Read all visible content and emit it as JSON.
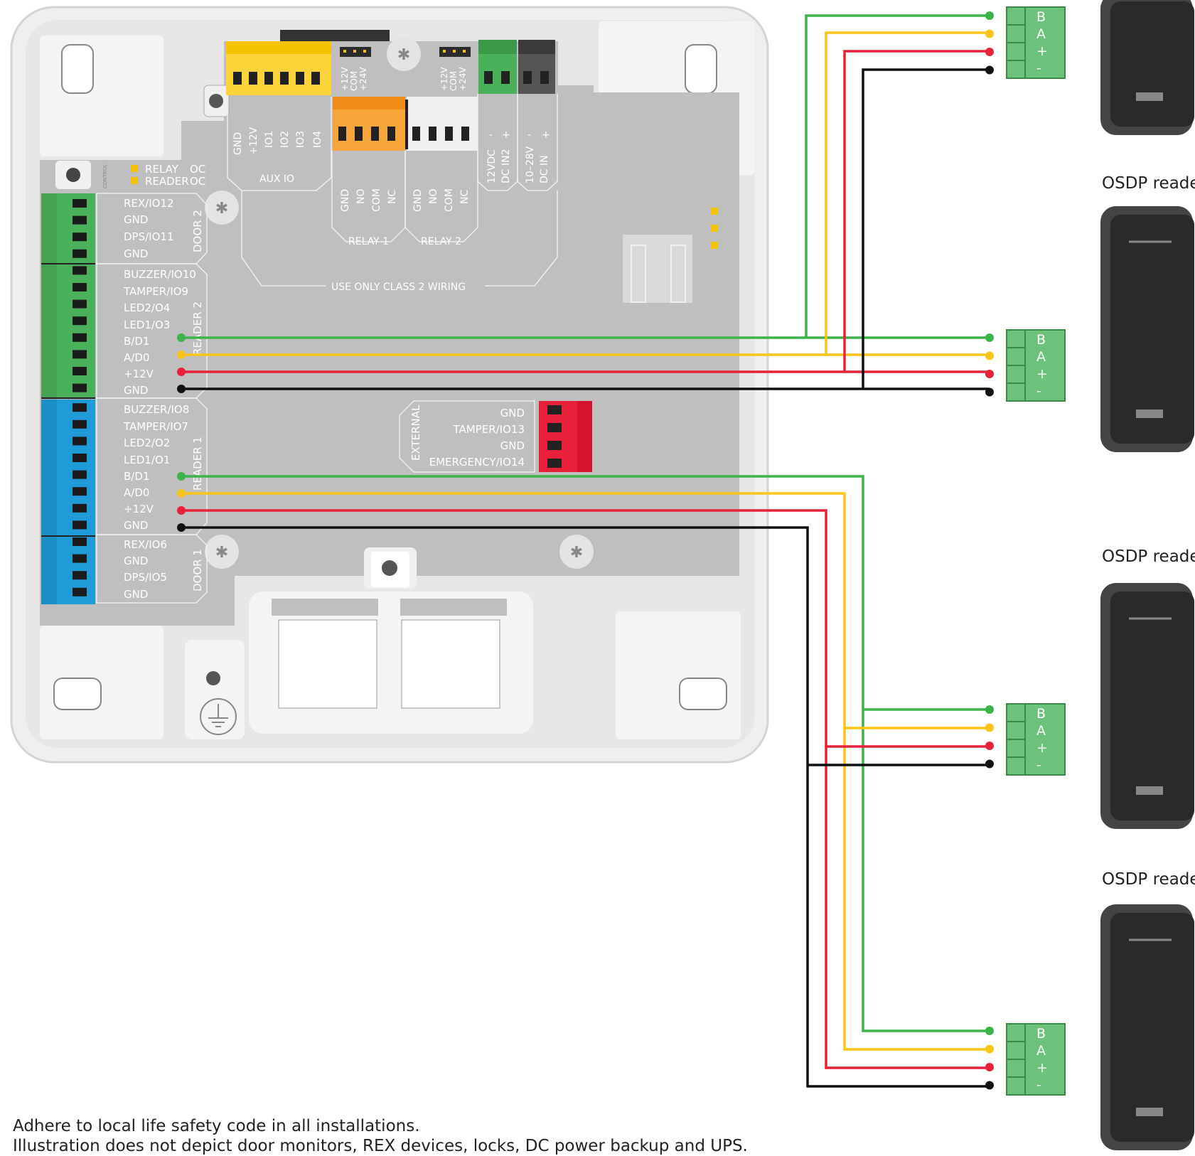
{
  "controller": {
    "status_leds": [
      "RELAY",
      "READER"
    ],
    "status_oc": [
      "OC",
      "OC"
    ],
    "control_label": "CONTROL",
    "aux_pins": [
      "GND",
      "+12V",
      "IO1",
      "IO2",
      "IO3",
      "IO4"
    ],
    "aux_label": "AUX IO",
    "jumper_left_pins": [
      "+12V",
      "COM",
      "+24V"
    ],
    "jumper_right_pins": [
      "+12V",
      "COM",
      "+24V"
    ],
    "relay1_pins": [
      "GND",
      "NO",
      "COM",
      "NC"
    ],
    "relay1_label": "RELAY 1",
    "relay2_pins": [
      "GND",
      "NO",
      "COM",
      "NC"
    ],
    "relay2_label": "RELAY 2",
    "dc_in2_lines": [
      "12VDC",
      "DC IN2"
    ],
    "dc_in2_pol": [
      "-",
      "+"
    ],
    "dc_in_lines": [
      "10–28V",
      "DC IN"
    ],
    "dc_in_pol": [
      "-",
      "+"
    ],
    "class2_label": "USE ONLY CLASS 2 WIRING",
    "door2_pins": [
      "REX/IO12",
      "GND",
      "DPS/IO11",
      "GND"
    ],
    "door2_label": "DOOR 2",
    "reader2_pins": [
      "BUZZER/IO10",
      "TAMPER/IO9",
      "LED2/O4",
      "LED1/O3",
      "B/D1",
      "A/D0",
      "+12V",
      "GND"
    ],
    "reader2_label": "READER 2",
    "reader1_pins": [
      "BUZZER/IO8",
      "TAMPER/IO7",
      "LED2/O2",
      "LED1/O1",
      "B/D1",
      "A/D0",
      "+12V",
      "GND"
    ],
    "reader1_label": "READER 1",
    "door1_pins": [
      "REX/IO6",
      "GND",
      "DPS/IO5",
      "GND"
    ],
    "door1_label": "DOOR 1",
    "external_label": "EXTERNAL",
    "external_pins": [
      "GND",
      "TAMPER/IO13",
      "GND",
      "EMERGENCY/IO14"
    ]
  },
  "readers": [
    {
      "label": ""
    },
    {
      "label": "OSDP reader"
    },
    {
      "label": "OSDP reader"
    },
    {
      "label": "OSDP reader"
    }
  ],
  "terminal_pins": [
    "B",
    "A",
    "+",
    "-"
  ],
  "wire_colors": {
    "b": "#3cb44b",
    "a": "#fcc419",
    "plus": "#e8203a",
    "minus": "#111111"
  },
  "notes": [
    "Adhere to local life safety code in all installations.",
    "Illustration does not depict door monitors, REX devices, locks, DC power backup and UPS."
  ]
}
